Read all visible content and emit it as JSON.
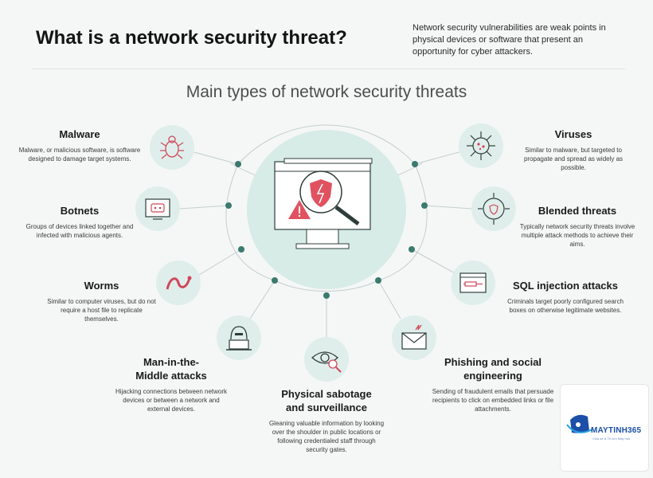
{
  "header": {
    "title": "What is a network security threat?",
    "intro": "Network security vulnerabilities are weak points in physical devices or software that present an opportunity for cyber attackers."
  },
  "subtitle": "Main types of network security threats",
  "colors": {
    "accent": "#3b7a6e",
    "hub": "#d7ebe7",
    "icon_bg": "#dfeeeb",
    "warning": "#e05260"
  },
  "threats": [
    {
      "title": "Malware",
      "desc": "Malware, or malicious software, is software designed to damage target systems.",
      "icon": "bug-icon"
    },
    {
      "title": "Botnets",
      "desc": "Groups of devices linked together and infected with malicious agents.",
      "icon": "bot-screen-icon"
    },
    {
      "title": "Worms",
      "desc": "Similar to computer viruses, but do not require a host file to replicate themselves.",
      "icon": "worm-icon"
    },
    {
      "title": "Man-in-the-Middle attacks",
      "desc": "Hijacking connections between network devices or between a network and external devices.",
      "icon": "hacker-laptop-icon"
    },
    {
      "title": "Physical sabotage and surveillance",
      "desc": "Gleaning valuable information by looking over the shoulder in public locations or following credentialed staff through security gates.",
      "icon": "eye-magnifier-icon"
    },
    {
      "title": "Phishing and social engineering",
      "desc": "Sending of fraudulent emails that persuade recipients to click on embedded links or file attachments.",
      "icon": "phishing-mail-icon"
    },
    {
      "title": "SQL injection attacks",
      "desc": "Criminals target poorly configured search boxes on otherwise legitimate websites.",
      "icon": "injection-window-icon"
    },
    {
      "title": "Blended threats",
      "desc": "Typically network security threats involve multiple attack methods to achieve their aims.",
      "icon": "blended-target-icon"
    },
    {
      "title": "Viruses",
      "desc": "Similar to malware, but targeted to propagate and spread as widely as possible.",
      "icon": "virus-icon"
    }
  ],
  "logo": {
    "name": "MAYTINH365",
    "tagline": "Chia sẻ & Tin tức Máy tính"
  }
}
